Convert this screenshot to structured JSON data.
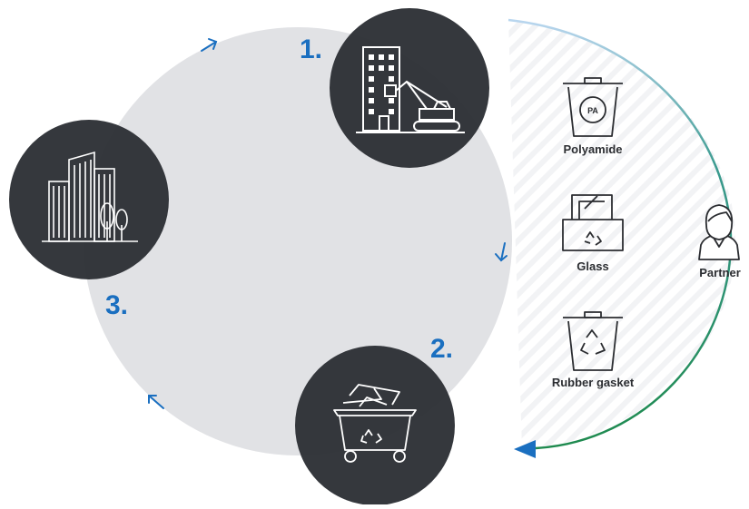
{
  "diagram": {
    "steps": [
      {
        "number": "1.",
        "icon": "building-demolition-crane-icon"
      },
      {
        "number": "2.",
        "icon": "waste-container-recycling-icon"
      },
      {
        "number": "3.",
        "icon": "city-buildings-trees-icon"
      }
    ],
    "materials": [
      {
        "label": "Polyamide",
        "icon": "recycle-bin-pa-icon"
      },
      {
        "label": "Glass",
        "icon": "glass-recycling-box-icon"
      },
      {
        "label": "Rubber gasket",
        "icon": "recycle-bin-icon"
      }
    ],
    "partner": {
      "label": "Partner",
      "icon": "partner-person-icon"
    },
    "colors": {
      "cycle_fill": "#e1e2e5",
      "step_circle": "#2a2d33",
      "step_number": "#1a6fc0",
      "arrows": "#1a6fc0",
      "partner_arc_start": "#9cc3e8",
      "partner_arc_end": "#1e8a4e"
    }
  }
}
